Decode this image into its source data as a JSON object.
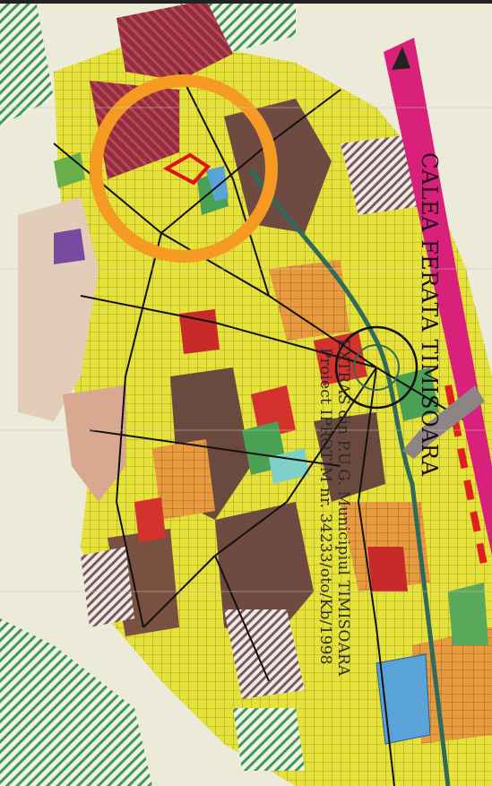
{
  "map": {
    "caption_line1": "EXTRAS din P.U.G. Municipiul TIMISOARA",
    "caption_line2": "Proiect IPROTIM nr. 34233/oto/Kb/1998",
    "railway_label": "CALEA FERATA TIMISOARA"
  },
  "colors": {
    "residential_yellow": "#e8e23a",
    "industrial_brown": "#6a4a3e",
    "red_zone": "#d4322c",
    "orange_zone": "#e88a3a",
    "green_zone": "#5aa85a",
    "water_blue": "#5aa3d8",
    "rail_magenta": "#d9207a",
    "highlight_orange": "#f59a22",
    "site_outline_red": "#e01010",
    "background": "#ecead9"
  },
  "icons": {
    "highlight": "orange-circle-icon",
    "site": "site-outline-icon",
    "north_arrow": "north-arrow-icon",
    "pointer": "grey-arrow-icon"
  }
}
